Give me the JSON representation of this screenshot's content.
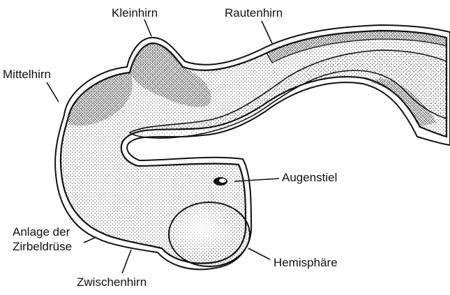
{
  "labels": {
    "kleinhirn": "Kleinhirn",
    "rautenhirn": "Rautenhirn",
    "mittelhirn": "Mittelhirn",
    "augenstiel": "Augenstiel",
    "anlage_line1": "Anlage der",
    "anlage_line2": "Zirbeldrüse",
    "hemisphaere": "Hemisphäre",
    "zwischenhirn": "Zwischenhirn"
  },
  "colors": {
    "ink": "#111111",
    "tissue": "#f4f4f4",
    "background": "#ffffff"
  }
}
